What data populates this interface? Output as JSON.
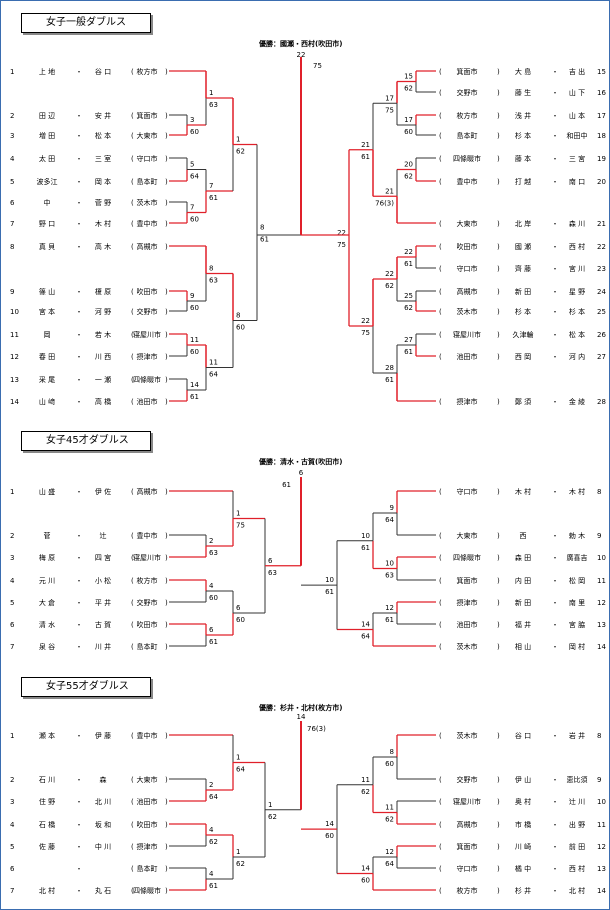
{
  "sections": [
    {
      "title": "女子一般ダブルス",
      "winner": "優勝：國瀬・西村(吹田市)",
      "final": {
        "left": "8",
        "right": "22",
        "leftScore": "61",
        "rightScore": "75",
        "champion": "22",
        "champScore": "75"
      },
      "left": [
        {
          "no": "1",
          "p1": "上 地",
          "p2": "谷 口",
          "club": "枚方市"
        },
        {
          "no": "2",
          "p1": "田 辺",
          "p2": "安 井",
          "club": "箕面市"
        },
        {
          "no": "3",
          "p1": "増 田",
          "p2": "松 本",
          "club": "大東市"
        },
        {
          "no": "4",
          "p1": "太 田",
          "p2": "三 室",
          "club": "守口市"
        },
        {
          "no": "5",
          "p1": "波多江",
          "p2": "岡 本",
          "club": "島本町"
        },
        {
          "no": "6",
          "p1": "中",
          "p2": "菅 野",
          "club": "茨木市"
        },
        {
          "no": "7",
          "p1": "野 口",
          "p2": "木 村",
          "club": "豊中市"
        },
        {
          "no": "8",
          "p1": "真 貝",
          "p2": "高 木",
          "club": "高槻市"
        },
        {
          "no": "9",
          "p1": "篠 山",
          "p2": "榎 原",
          "club": "吹田市"
        },
        {
          "no": "10",
          "p1": "宮 本",
          "p2": "河 野",
          "club": "交野市"
        },
        {
          "no": "11",
          "p1": "岡",
          "p2": "若 木",
          "club": "寝屋川市"
        },
        {
          "no": "12",
          "p1": "春 田",
          "p2": "川 西",
          "club": "摂津市"
        },
        {
          "no": "13",
          "p1": "采 尾",
          "p2": "一 瀬",
          "club": "四條畷市"
        },
        {
          "no": "14",
          "p1": "山 﨑",
          "p2": "高 橋",
          "club": "池田市"
        }
      ],
      "right": [
        {
          "no": "15",
          "p1": "大 島",
          "p2": "吉 出",
          "club": "箕面市"
        },
        {
          "no": "16",
          "p1": "藤 生",
          "p2": "山 下",
          "club": "交野市"
        },
        {
          "no": "17",
          "p1": "浅 井",
          "p2": "山 本",
          "club": "枚方市"
        },
        {
          "no": "18",
          "p1": "杉 本",
          "p2": "和田中",
          "club": "島本町"
        },
        {
          "no": "19",
          "p1": "藤 本",
          "p2": "三 宮",
          "club": "四條畷市"
        },
        {
          "no": "20",
          "p1": "打 越",
          "p2": "南 口",
          "club": "豊中市"
        },
        {
          "no": "21",
          "p1": "北 岸",
          "p2": "森 川",
          "club": "大東市"
        },
        {
          "no": "22",
          "p1": "國 瀬",
          "p2": "西 村",
          "club": "吹田市"
        },
        {
          "no": "23",
          "p1": "齊 藤",
          "p2": "宮 川",
          "club": "守口市"
        },
        {
          "no": "24",
          "p1": "新 田",
          "p2": "星 野",
          "club": "高槻市"
        },
        {
          "no": "25",
          "p1": "杉 本",
          "p2": "杉 本",
          "club": "茨木市"
        },
        {
          "no": "26",
          "p1": "久津輪",
          "p2": "松 本",
          "club": "寝屋川市"
        },
        {
          "no": "27",
          "p1": "西 岡",
          "p2": "河 内",
          "club": "池田市"
        },
        {
          "no": "28",
          "p1": "鄭 須",
          "p2": "金 綾",
          "club": "摂津市"
        }
      ],
      "leftResults": [
        {
          "w": "1",
          "s": "63"
        },
        {
          "w": "3",
          "s": "60"
        },
        {
          "w": "5",
          "s": "64"
        },
        {
          "w": "7",
          "s": "60"
        },
        {
          "w": "7",
          "s": "61"
        },
        {
          "w": "1",
          "s": "62"
        },
        {
          "w": "8",
          "s": "63"
        },
        {
          "w": "9",
          "s": "60"
        },
        {
          "w": "11",
          "s": "60"
        },
        {
          "w": "14",
          "s": "61"
        },
        {
          "w": "11",
          "s": "64"
        },
        {
          "w": "8",
          "s": "60"
        }
      ],
      "rightResults": [
        {
          "w": "15",
          "s": "62"
        },
        {
          "w": "17",
          "s": "60"
        },
        {
          "w": "20",
          "s": "62"
        },
        {
          "w": "17",
          "s": "75"
        },
        {
          "w": "21",
          "s": "76(3)"
        },
        {
          "w": "21",
          "s": "61"
        },
        {
          "w": "22",
          "s": "61"
        },
        {
          "w": "25",
          "s": "62"
        },
        {
          "w": "27",
          "s": "61"
        },
        {
          "w": "22",
          "s": "62"
        },
        {
          "w": "28",
          "s": "61"
        },
        {
          "w": "22",
          "s": "75"
        }
      ]
    },
    {
      "title": "女子45才ダブルス",
      "winner": "優勝：清水・古賀(吹田市)",
      "final": {
        "left": "6",
        "right": "10",
        "leftScore": "63",
        "rightScore": "61",
        "champion": "6",
        "champScore": "61"
      },
      "left": [
        {
          "no": "1",
          "p1": "山 盛",
          "p2": "伊 佐",
          "club": "高槻市"
        },
        {
          "no": "2",
          "p1": "菅",
          "p2": "辻",
          "club": "豊中市"
        },
        {
          "no": "3",
          "p1": "梅 原",
          "p2": "四 宮",
          "club": "寝屋川市"
        },
        {
          "no": "4",
          "p1": "元 川",
          "p2": "小 松",
          "club": "枚方市"
        },
        {
          "no": "5",
          "p1": "大 倉",
          "p2": "平 井",
          "club": "交野市"
        },
        {
          "no": "6",
          "p1": "清 水",
          "p2": "古 賀",
          "club": "吹田市"
        },
        {
          "no": "7",
          "p1": "泉 谷",
          "p2": "川 井",
          "club": "島本町"
        }
      ],
      "right": [
        {
          "no": "8",
          "p1": "木 村",
          "p2": "木 村",
          "club": "守口市"
        },
        {
          "no": "9",
          "p1": "西",
          "p2": "勅 木",
          "club": "大東市"
        },
        {
          "no": "10",
          "p1": "森 田",
          "p2": "廣喜吉",
          "club": "四條畷市"
        },
        {
          "no": "11",
          "p1": "内 田",
          "p2": "松 岡",
          "club": "箕面市"
        },
        {
          "no": "12",
          "p1": "新 田",
          "p2": "南 里",
          "club": "摂津市"
        },
        {
          "no": "13",
          "p1": "福 井",
          "p2": "宮 脇",
          "club": "池田市"
        },
        {
          "no": "14",
          "p1": "相 山",
          "p2": "岡 村",
          "club": "茨木市"
        }
      ],
      "leftResults": [
        {
          "w": "1",
          "s": "75"
        },
        {
          "w": "2",
          "s": "63"
        },
        {
          "w": "4",
          "s": "60"
        },
        {
          "w": "6",
          "s": "61"
        },
        {
          "w": "6",
          "s": "60"
        }
      ],
      "rightResults": [
        {
          "w": "9",
          "s": "64"
        },
        {
          "w": "10",
          "s": "63"
        },
        {
          "w": "10",
          "s": "61"
        },
        {
          "w": "12",
          "s": "61"
        },
        {
          "w": "14",
          "s": "64"
        }
      ]
    },
    {
      "title": "女子55才ダブルス",
      "winner": "優勝：杉井・北村(枚方市)",
      "final": {
        "left": "1",
        "right": "14",
        "leftScore": "62",
        "rightScore": "60",
        "champion": "14",
        "champScore": "76(3)"
      },
      "left": [
        {
          "no": "1",
          "p1": "瀬 本",
          "p2": "伊 藤",
          "club": "豊中市"
        },
        {
          "no": "2",
          "p1": "石 川",
          "p2": "森",
          "club": "大東市"
        },
        {
          "no": "3",
          "p1": "住 野",
          "p2": "北 川",
          "club": "池田市"
        },
        {
          "no": "4",
          "p1": "石 橋",
          "p2": "坂 和",
          "club": "吹田市"
        },
        {
          "no": "5",
          "p1": "佐 藤",
          "p2": "中 川",
          "club": "摂津市"
        },
        {
          "no": "6",
          "p1": "",
          "p2": "",
          "club": "島本町"
        },
        {
          "no": "7",
          "p1": "北 村",
          "p2": "丸 石",
          "club": "四條畷市"
        }
      ],
      "right": [
        {
          "no": "8",
          "p1": "谷 口",
          "p2": "岩 井",
          "club": "茨木市"
        },
        {
          "no": "9",
          "p1": "伊 山",
          "p2": "恵比須",
          "club": "交野市"
        },
        {
          "no": "10",
          "p1": "奥 村",
          "p2": "辻 川",
          "club": "寝屋川市"
        },
        {
          "no": "11",
          "p1": "市 橋",
          "p2": "出 野",
          "club": "高槻市"
        },
        {
          "no": "12",
          "p1": "川 崎",
          "p2": "前 田",
          "club": "箕面市"
        },
        {
          "no": "13",
          "p1": "橘 中",
          "p2": "西 村",
          "club": "守口市"
        },
        {
          "no": "14",
          "p1": "杉 井",
          "p2": "北 村",
          "club": "枚方市"
        }
      ],
      "leftResults": [
        {
          "w": "1",
          "s": "64"
        },
        {
          "w": "2",
          "s": "64"
        },
        {
          "w": "4",
          "s": "62"
        },
        {
          "w": "4",
          "s": "61"
        },
        {
          "w": "1",
          "s": "62"
        }
      ],
      "rightResults": [
        {
          "w": "8",
          "s": "60"
        },
        {
          "w": "11",
          "s": "62"
        },
        {
          "w": "11",
          "s": "62"
        },
        {
          "w": "12",
          "s": "64"
        },
        {
          "w": "14",
          "s": "60"
        }
      ]
    }
  ],
  "colors": {
    "win": "#e0202a",
    "lose": "#333333",
    "border": "#3a6db0"
  }
}
